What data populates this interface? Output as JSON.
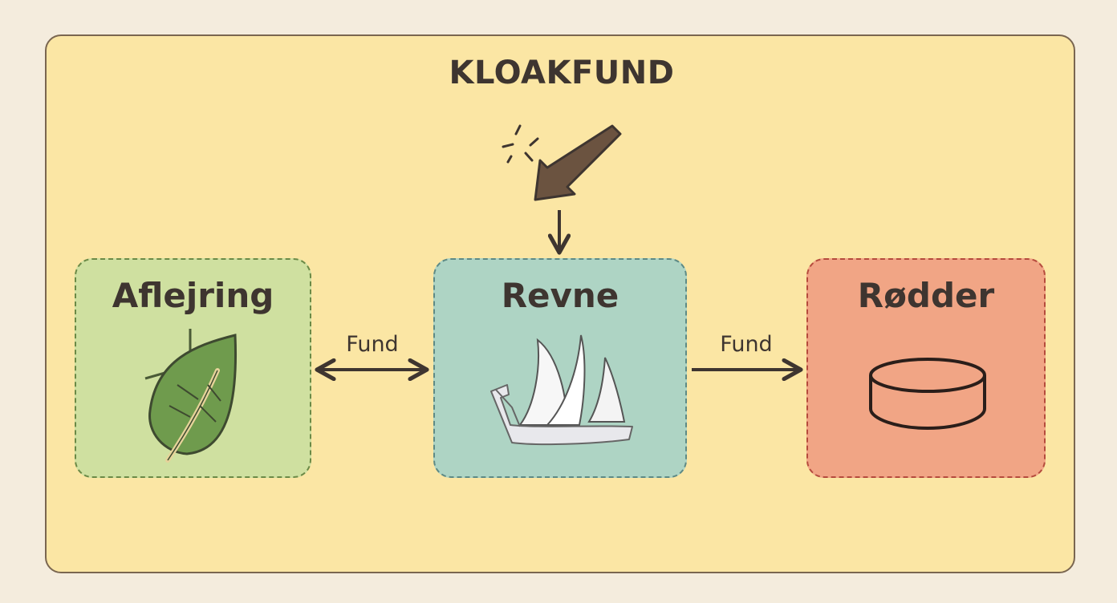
{
  "title": "KLOAKFUND",
  "nodes": [
    {
      "id": "aflejring",
      "label": "Aflejring",
      "icon": "leaf-icon",
      "fill": "#cfe0a0",
      "border": "#6b8a47"
    },
    {
      "id": "revne",
      "label": "Revne",
      "icon": "sailboat-icon",
      "fill": "#aed4c4",
      "border": "#5d8a86"
    },
    {
      "id": "rodder",
      "label": "Rødder",
      "icon": "disc-icon",
      "fill": "#f1a585",
      "border": "#b54b3d"
    }
  ],
  "edges": [
    {
      "from": "aflejring",
      "to": "revne",
      "label": "Fund",
      "bidirectional": true
    },
    {
      "from": "revne",
      "to": "rodder",
      "label": "Fund",
      "bidirectional": false
    }
  ],
  "top_icon": "pointing-arrow-icon",
  "colors": {
    "background": "#f4ecdd",
    "frame": "#fbe6a4",
    "ink": "#3e3530"
  }
}
